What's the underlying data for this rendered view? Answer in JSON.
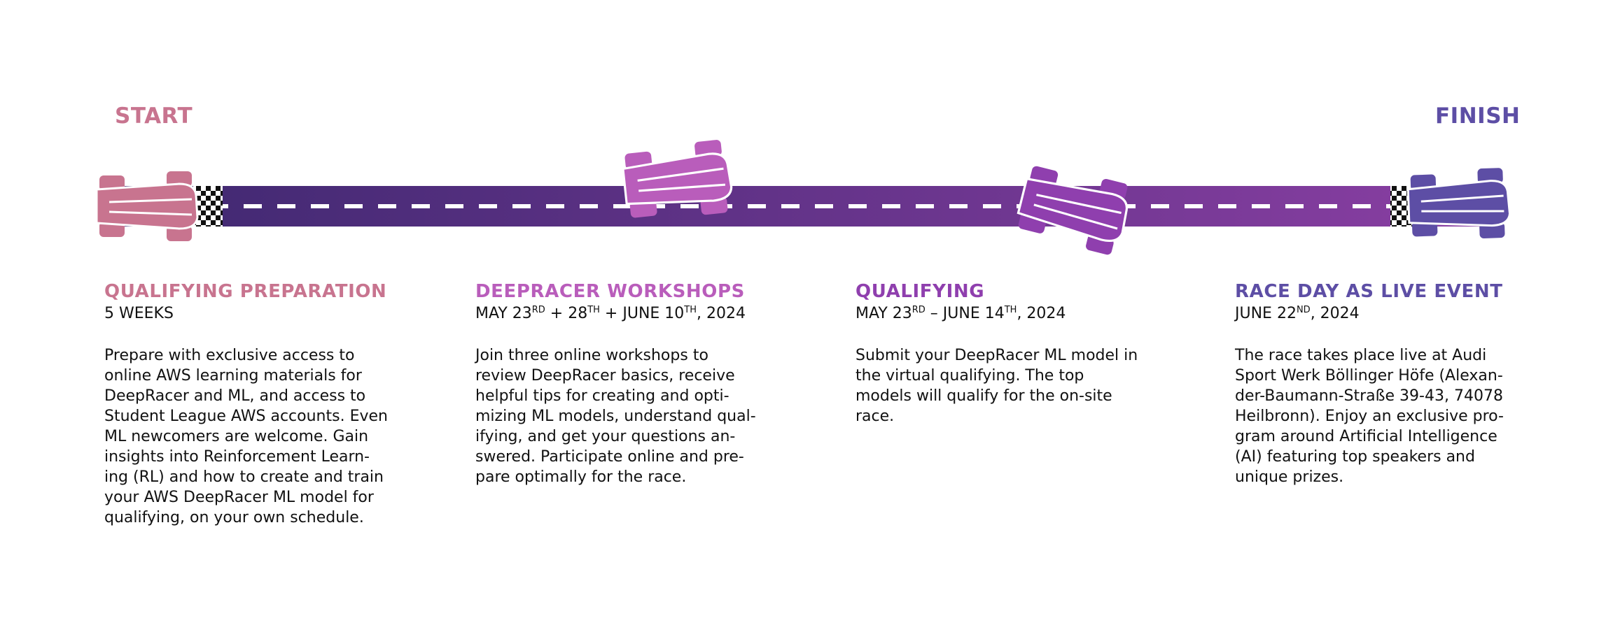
{
  "track": {
    "start_label": "START",
    "finish_label": "FINISH",
    "gradient_start": "#3e2870",
    "gradient_end": "#8a3fa3"
  },
  "phases": [
    {
      "title": "QUALIFYING PREPARATION",
      "color": "#c8748f",
      "date_parts": [
        {
          "t": "5 WEEKS"
        }
      ],
      "description": "Prepare with exclusive access to\nonline AWS learning materials for\nDeepRacer and ML, and access to\nStudent League AWS accounts. Even\nML newcomers are welcome. Gain\ninsights into Reinforcement Learn-\ning (RL) and how to create and train\nyour AWS DeepRacer ML model for\nqualifying, on your own schedule."
    },
    {
      "title": "DEEPRACER WORKSHOPS",
      "color": "#b95dbb",
      "date_parts": [
        {
          "t": "MAY 23"
        },
        {
          "sup": "RD"
        },
        {
          "t": " + 28"
        },
        {
          "sup": "TH"
        },
        {
          "t": " + JUNE 10"
        },
        {
          "sup": "TH"
        },
        {
          "t": ", 2024"
        }
      ],
      "description": "Join three online workshops to\nreview DeepRacer basics, receive\nhelpful tips for creating and opti-\nmizing ML models, understand qual-\nifying, and get your questions an-\nswered. Participate online and pre-\npare optimally for the race."
    },
    {
      "title": "QUALIFYING",
      "color": "#8f3fae",
      "date_parts": [
        {
          "t": "MAY 23"
        },
        {
          "sup": "RD"
        },
        {
          "t": " – JUNE 14"
        },
        {
          "sup": "TH"
        },
        {
          "t": ", 2024"
        }
      ],
      "description": "Submit your DeepRacer ML model in\nthe virtual qualifying. The top\nmodels will qualify for the on-site\nrace."
    },
    {
      "title": "RACE DAY AS LIVE EVENT",
      "color": "#5d4ea5",
      "date_parts": [
        {
          "t": "JUNE 22"
        },
        {
          "sup": "ND"
        },
        {
          "t": ", 2024"
        }
      ],
      "description": "The race takes place live at Audi\nSport Werk Böllinger Höfe (Alexan-\nder-Baumann-Straße 39-43, 74078\nHeilbronn). Enjoy an exclusive pro-\ngram around Artificial Intelligence\n(AI) featuring top speakers and\nunique prizes."
    }
  ],
  "cars": [
    {
      "name": "start-car",
      "color": "#c8748f"
    },
    {
      "name": "workshop-car",
      "color": "#b95dbb"
    },
    {
      "name": "qualifying-car",
      "color": "#8f3fae"
    },
    {
      "name": "finish-car",
      "color": "#5d4ea5"
    }
  ]
}
